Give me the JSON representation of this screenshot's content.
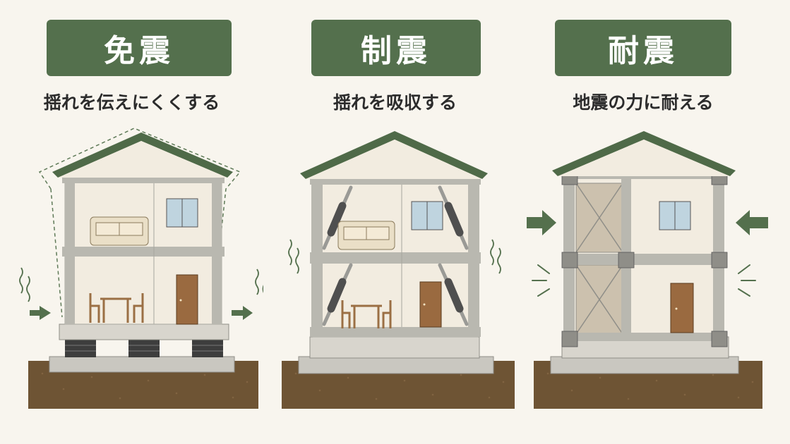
{
  "colors": {
    "background": "#f8f5ee",
    "badge": "#54704d",
    "roof": "#4f6a48",
    "arrow": "#54704d",
    "soil": "#6e5434",
    "frame": "#b9b8b0",
    "damper": "#575757"
  },
  "panels": [
    {
      "title": "免震",
      "subtitle": "揺れを伝えにくくする"
    },
    {
      "title": "制震",
      "subtitle": "揺れを吸収する"
    },
    {
      "title": "耐震",
      "subtitle": "地震の力に耐える"
    }
  ],
  "icons": [
    "sofa-icon",
    "window-icon",
    "dining-table-icon",
    "door-icon",
    "damper-icon",
    "isolator-icon",
    "arrow-icon",
    "vibration-icon"
  ]
}
